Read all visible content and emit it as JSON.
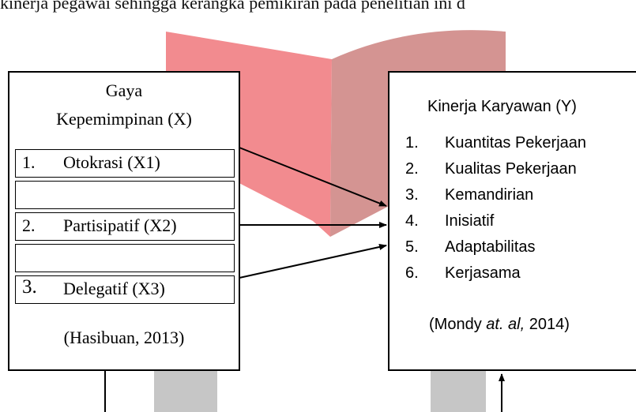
{
  "header_text": "kinerja pegawai sehingga kerangka pemikiran pada penelitian ini d",
  "left_box": {
    "title_line1": "Gaya",
    "title_line2": "Kepemimpinan (X)",
    "items": [
      {
        "num": "1.",
        "label": "Otokrasi (X1)"
      },
      {
        "num": "2.",
        "label": "Partisipatif (X2)"
      },
      {
        "num": "3.",
        "label": "Delegatif (X3)"
      }
    ],
    "citation": "(Hasibuan, 2013)"
  },
  "right_box": {
    "title": "Kinerja Karyawan (Y)",
    "items": [
      {
        "num": "1.",
        "label": "Kuantitas Pekerjaan"
      },
      {
        "num": "2.",
        "label": "Kualitas Pekerjaan"
      },
      {
        "num": "3.",
        "label": "Kemandirian"
      },
      {
        "num": "4.",
        "label": "Inisiatif"
      },
      {
        "num": "5.",
        "label": "Adaptabilitas"
      },
      {
        "num": "6.",
        "label": "Kerjasama"
      }
    ],
    "citation_pre": "(Mondy ",
    "citation_italic": "at. al,",
    "citation_post": " 2014)"
  },
  "colors": {
    "watermark_red": "#f28b8f",
    "watermark_dark_red": "#d49492",
    "watermark_gray": "#c6c6c6",
    "line": "#000000"
  }
}
